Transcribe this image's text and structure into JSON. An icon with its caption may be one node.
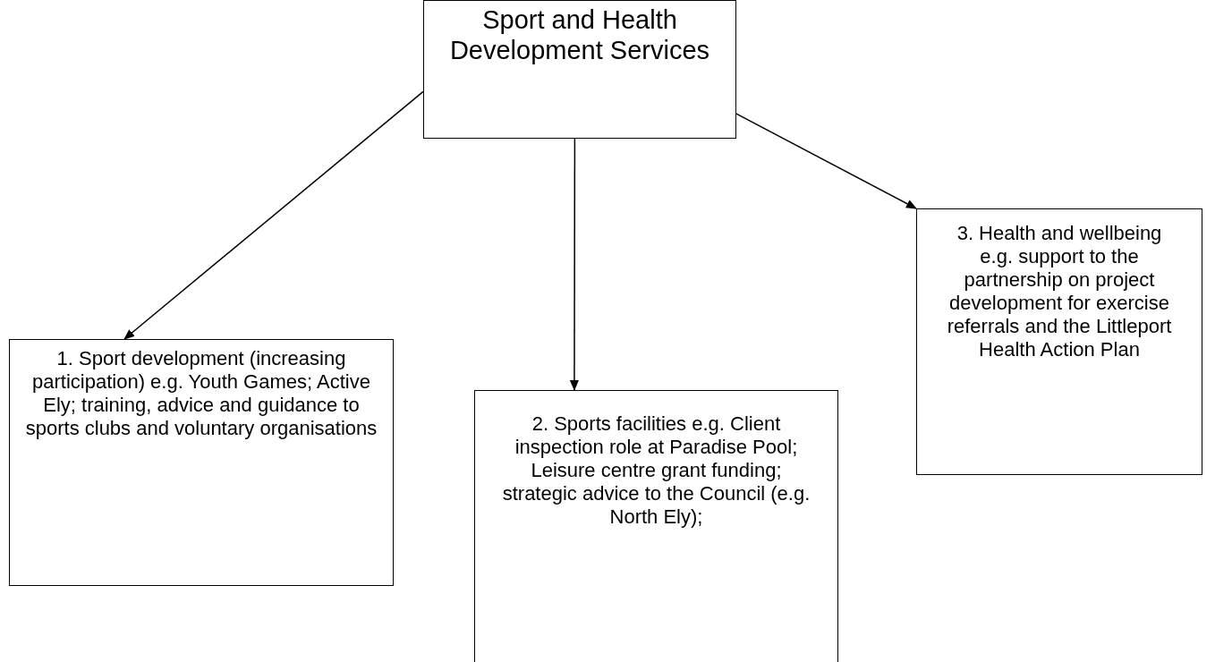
{
  "diagram": {
    "nodes": [
      {
        "text": [
          "Sport and Health Development Services"
        ]
      },
      {
        "text": [
          "1. Sport development (increasing participation) e.g. Youth Games; Active Ely; training, advice and guidance to sports clubs and voluntary organisations"
        ]
      },
      {
        "text": [
          "2. Sports facilities e.g. Client inspection role at Paradise Pool; Leisure centre grant funding; strategic advice to the Council (e.g. North Ely);"
        ]
      },
      {
        "text": [
          "3. Health and wellbeing e.g. support to the partnership on project development for exercise referrals and the Littleport Health Action Plan"
        ]
      }
    ],
    "edges": [
      {
        "from": 0,
        "to": 1,
        "arrow": "to"
      },
      {
        "from": 0,
        "to": 2,
        "arrow": "to"
      },
      {
        "from": 0,
        "to": 3,
        "arrow": "to"
      }
    ]
  }
}
